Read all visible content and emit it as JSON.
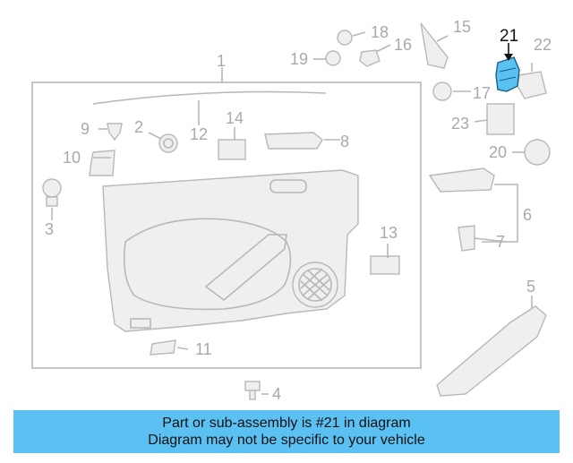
{
  "diagram": {
    "callouts": [
      "1",
      "2",
      "3",
      "4",
      "5",
      "6",
      "7",
      "8",
      "9",
      "10",
      "11",
      "12",
      "13",
      "14",
      "15",
      "16",
      "17",
      "18",
      "19",
      "20",
      "21",
      "22",
      "23"
    ],
    "highlighted_part": "21"
  },
  "banner": {
    "line1": "Part or sub-assembly is #21 in diagram",
    "line2": "Diagram may not be specific to your vehicle"
  },
  "colors": {
    "banner_bg": "#5bc1f2",
    "highlight": "#5bc1f2",
    "parts_gray": "#b8b8b8"
  }
}
